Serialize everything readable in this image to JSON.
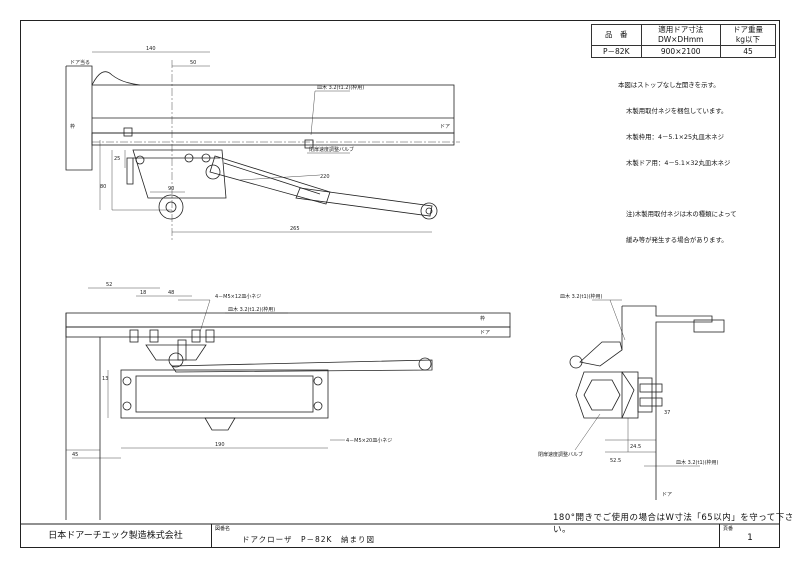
{
  "spec_table": {
    "headers": [
      "品　番",
      "適用ドア寸法\nDW×DHmm",
      "ドア重量\nkg以下"
    ],
    "row": [
      "P－82K",
      "900×2100",
      "45"
    ]
  },
  "notes": [
    "本図はストップなし左開きを示す。",
    "木製用取付ネジを梱包しています。",
    "木製枠用：4－5.1×25丸皿木ネジ",
    "木製ドア用：4－5.1×32丸皿木ネジ",
    "",
    "注)木製用取付ネジは木の種類によって",
    "緩み等が発生する場合があります。"
  ],
  "bottom_note": "180°開きでご使用の場合はW寸法「65以内」を守って下さい。",
  "title_block": {
    "company": "日本ドアーチエック製造株式会社",
    "drawing_name_label": "図番名",
    "drawing_name": "ドアクローザ　P－82K　納まり図",
    "sheet_label": "頁番",
    "sheet_no": "1"
  },
  "labels": {
    "door_stop": "ドア当る",
    "door": "ドア",
    "frame": "枠",
    "screw_top": "皿木 3.2(t1.2)(枠用)",
    "screw_mid": "皿木 3.2(t1.2)(枠用)",
    "valve_top": "閉扉速度調整バルブ",
    "valve_right": "閉扉速度調整バルブ",
    "screw_m5_12": "4－M5×12皿小ネジ",
    "screw_m5_20": "4－M5×20皿小ネジ",
    "screw_right_top": "皿木 3.2(t1)(枠用)",
    "screw_right_bottom": "皿木 3.2(t1)(枠用)",
    "dim_140": "140",
    "dim_50": "50",
    "dim_220": "220",
    "dim_265": "265",
    "dim_90": "90",
    "dim_80": "80",
    "dim_25": "25",
    "dim_52": "52",
    "dim_18": "18",
    "dim_48": "48",
    "dim_190": "190",
    "dim_45": "45",
    "dim_24_5": "24.5",
    "dim_52_5": "52.5",
    "dim_37": "37",
    "dim_13": "13"
  }
}
